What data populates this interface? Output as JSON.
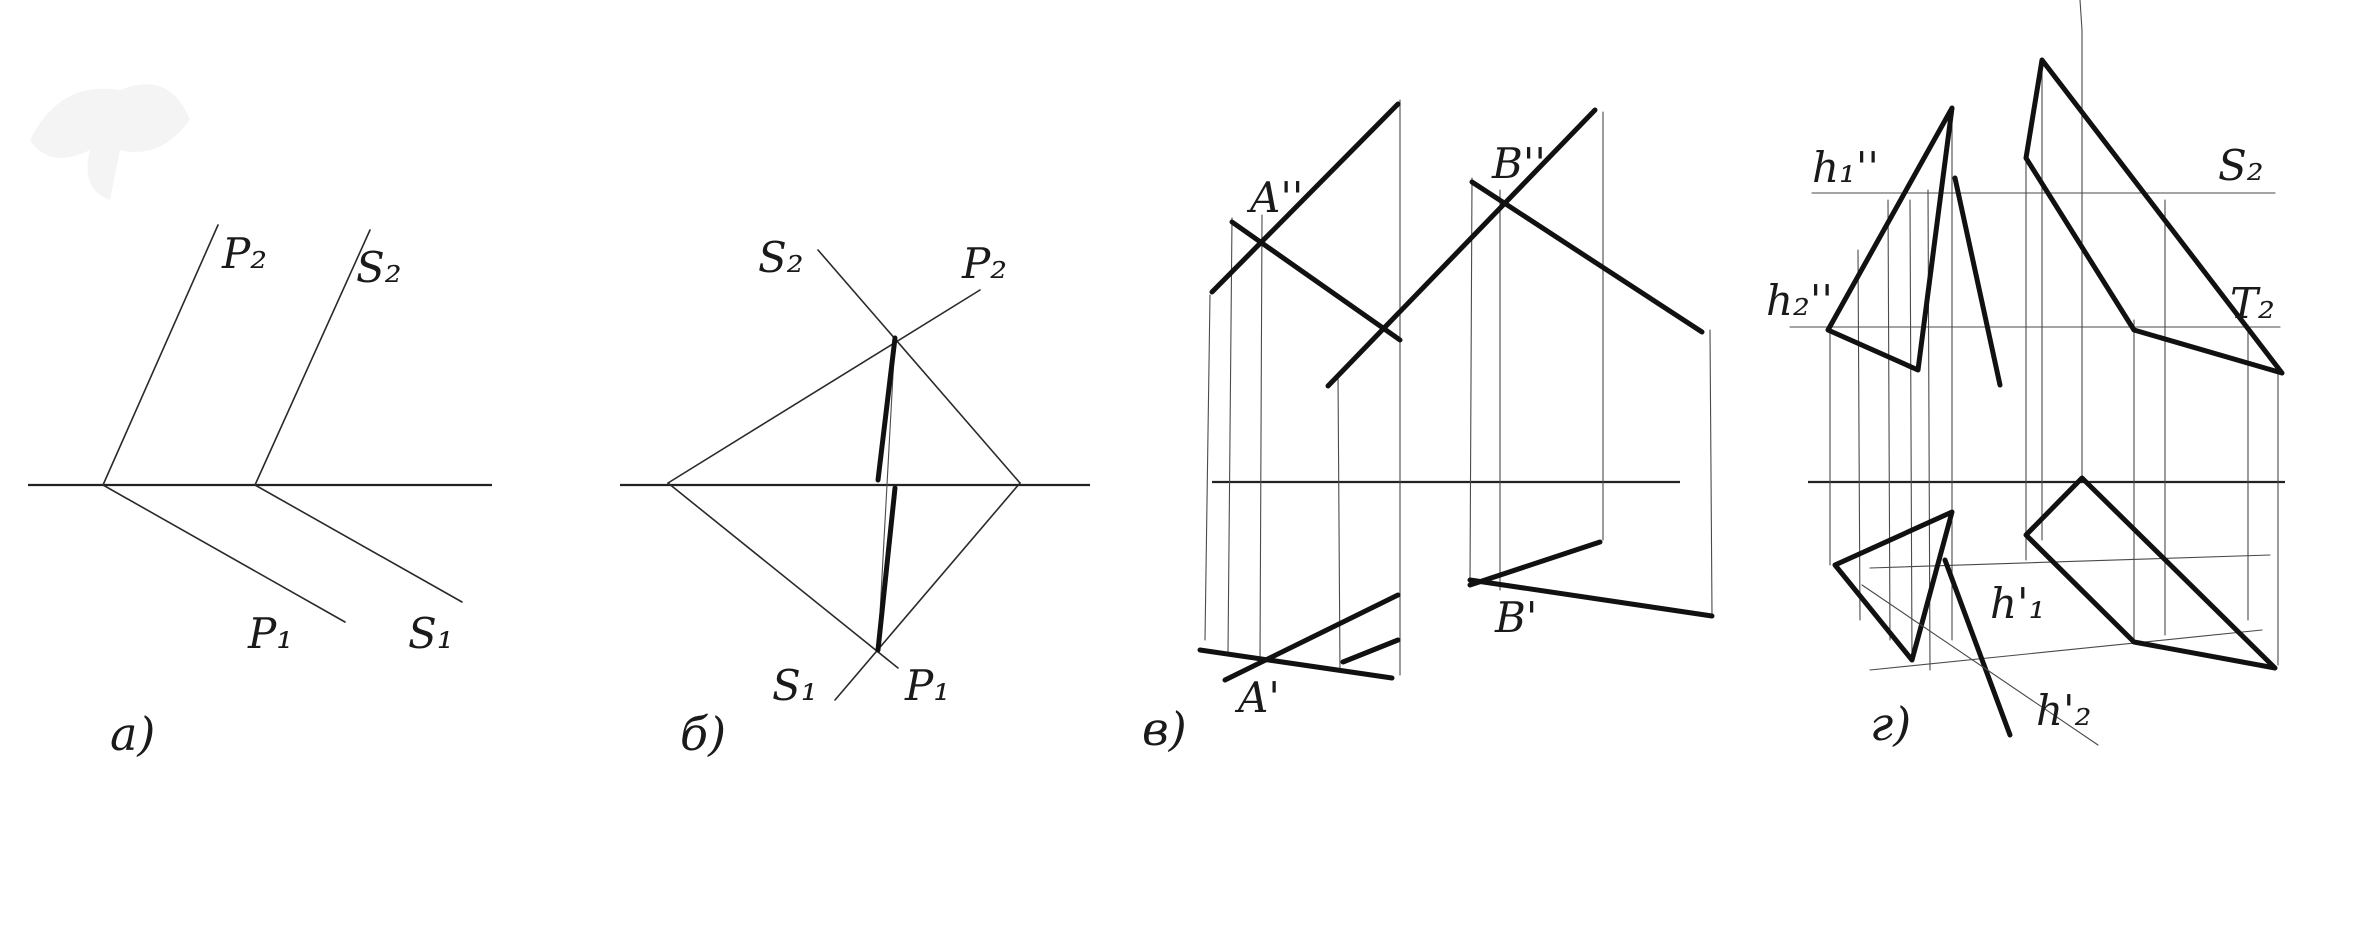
{
  "panels": [
    {
      "caption": "a)"
    },
    {
      "caption": "б)"
    },
    {
      "caption": "в)"
    },
    {
      "caption": "г)"
    }
  ],
  "labels": {
    "a": {
      "p2": "P₂",
      "s2": "S₂",
      "p1": "P₁",
      "s1": "S₁"
    },
    "b": {
      "s2": "S₂",
      "p2": "P₂",
      "s1": "S₁",
      "p1": "P₁"
    },
    "v": {
      "a2": "A''",
      "b2": "B''",
      "a1": "A'",
      "b1": "B'"
    },
    "g": {
      "h1pp": "h₁''",
      "h2pp": "h₂''",
      "s2": "S₂",
      "t2": "T₂",
      "h1p": "h'₁",
      "h2p": "h'₂"
    }
  },
  "colors": {
    "ink": "#111111",
    "paper": "#ffffff"
  }
}
